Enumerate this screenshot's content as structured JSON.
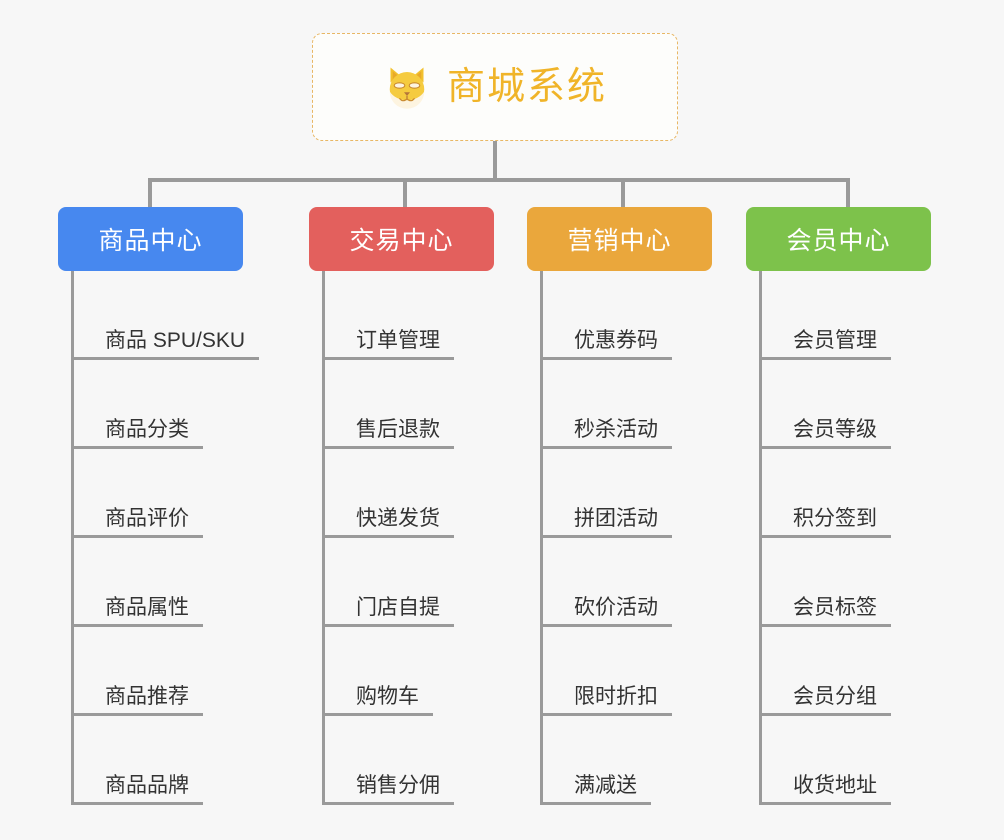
{
  "background_color": "#f7f7f7",
  "root": {
    "title": "商城系统",
    "icon": "shiba-dog-icon",
    "accent_color": "#f0b429",
    "border_color": "#e8b765"
  },
  "connector_color": "#9a9a9a",
  "branches": [
    {
      "id": "product-center",
      "label": "商品中心",
      "color": "#4788ef",
      "items": [
        "商品 SPU/SKU",
        "商品分类",
        "商品评价",
        "商品属性",
        "商品推荐",
        "商品品牌"
      ]
    },
    {
      "id": "trade-center",
      "label": "交易中心",
      "color": "#e3605d",
      "items": [
        "订单管理",
        "售后退款",
        "快递发货",
        "门店自提",
        "购物车",
        "销售分佣"
      ]
    },
    {
      "id": "marketing-center",
      "label": "营销中心",
      "color": "#eaa73c",
      "items": [
        "优惠券码",
        "秒杀活动",
        "拼团活动",
        "砍价活动",
        "限时折扣",
        "满减送"
      ]
    },
    {
      "id": "member-center",
      "label": "会员中心",
      "color": "#7dc24b",
      "items": [
        "会员管理",
        "会员等级",
        "积分签到",
        "会员标签",
        "会员分组",
        "收货地址"
      ]
    }
  ]
}
